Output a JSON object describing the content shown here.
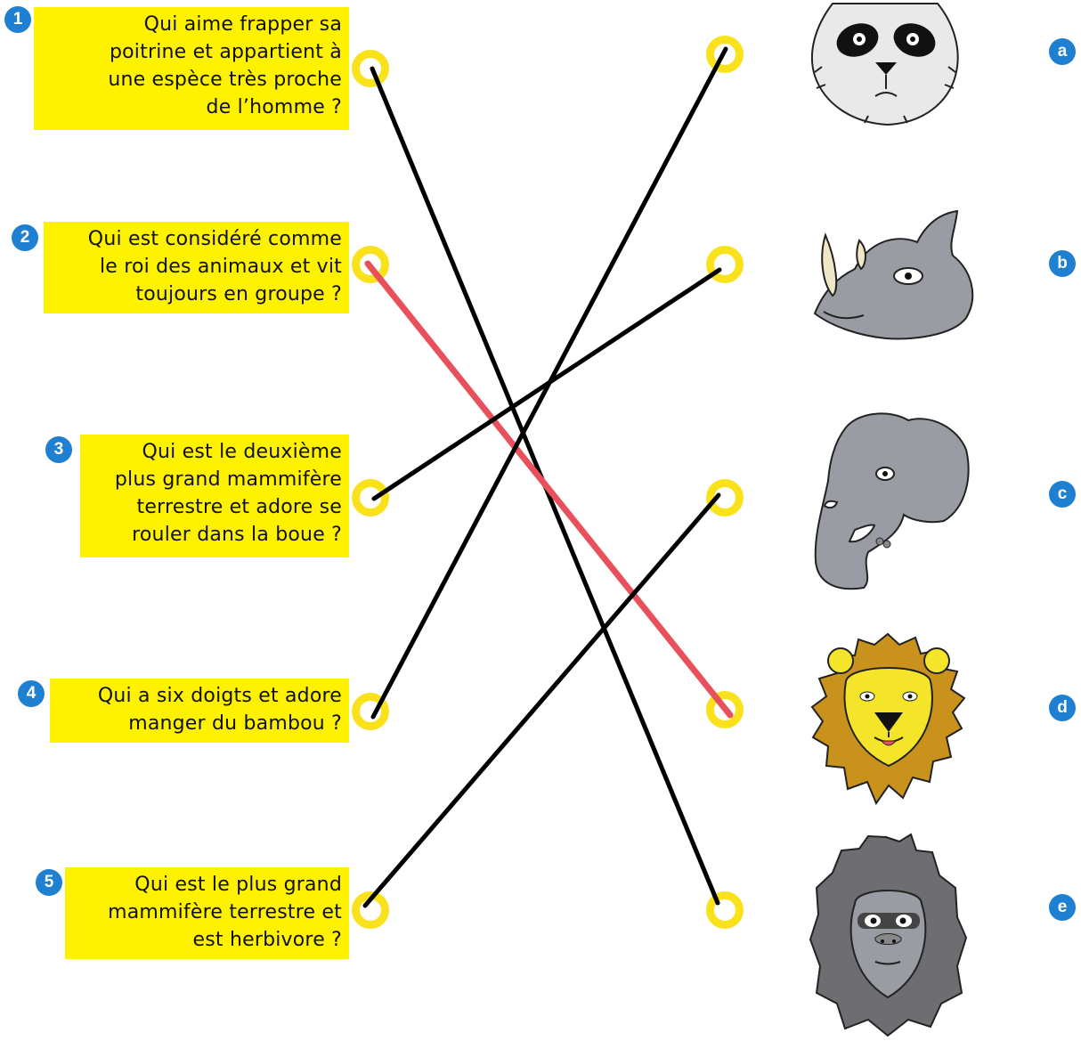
{
  "questions": [
    {
      "number": "1",
      "text": "Qui aime frapper sa\npoitrine et appartient à\nune espèce très proche\nde l’homme ?"
    },
    {
      "number": "2",
      "text": "Qui est considéré comme\nle roi des animaux et vit\ntoujours en groupe ?"
    },
    {
      "number": "3",
      "text": "Qui est le deuxième\nplus grand mammifère\nterrestre et adore se\nrouler dans la boue ?"
    },
    {
      "number": "4",
      "text": "Qui a six doigts et adore\nmanger du bambou ?"
    },
    {
      "number": "5",
      "text": "Qui est le plus grand\nmammifère terrestre et\nest herbivore ?"
    }
  ],
  "animals": [
    {
      "letter": "a",
      "icon": "panda-icon"
    },
    {
      "letter": "b",
      "icon": "rhino-icon"
    },
    {
      "letter": "c",
      "icon": "elephant-icon"
    },
    {
      "letter": "d",
      "icon": "lion-icon"
    },
    {
      "letter": "e",
      "icon": "gorilla-icon"
    }
  ],
  "connections": [
    {
      "from": "1",
      "to": "e",
      "color": "#000000"
    },
    {
      "from": "2",
      "to": "d",
      "color": "#e8505b"
    },
    {
      "from": "3",
      "to": "b",
      "color": "#000000"
    },
    {
      "from": "4",
      "to": "a",
      "color": "#000000"
    },
    {
      "from": "5",
      "to": "c",
      "color": "#000000"
    }
  ],
  "colors": {
    "badge": "#1f7fd0",
    "question_bg": "#fff200",
    "ring": "#f9e21c"
  }
}
